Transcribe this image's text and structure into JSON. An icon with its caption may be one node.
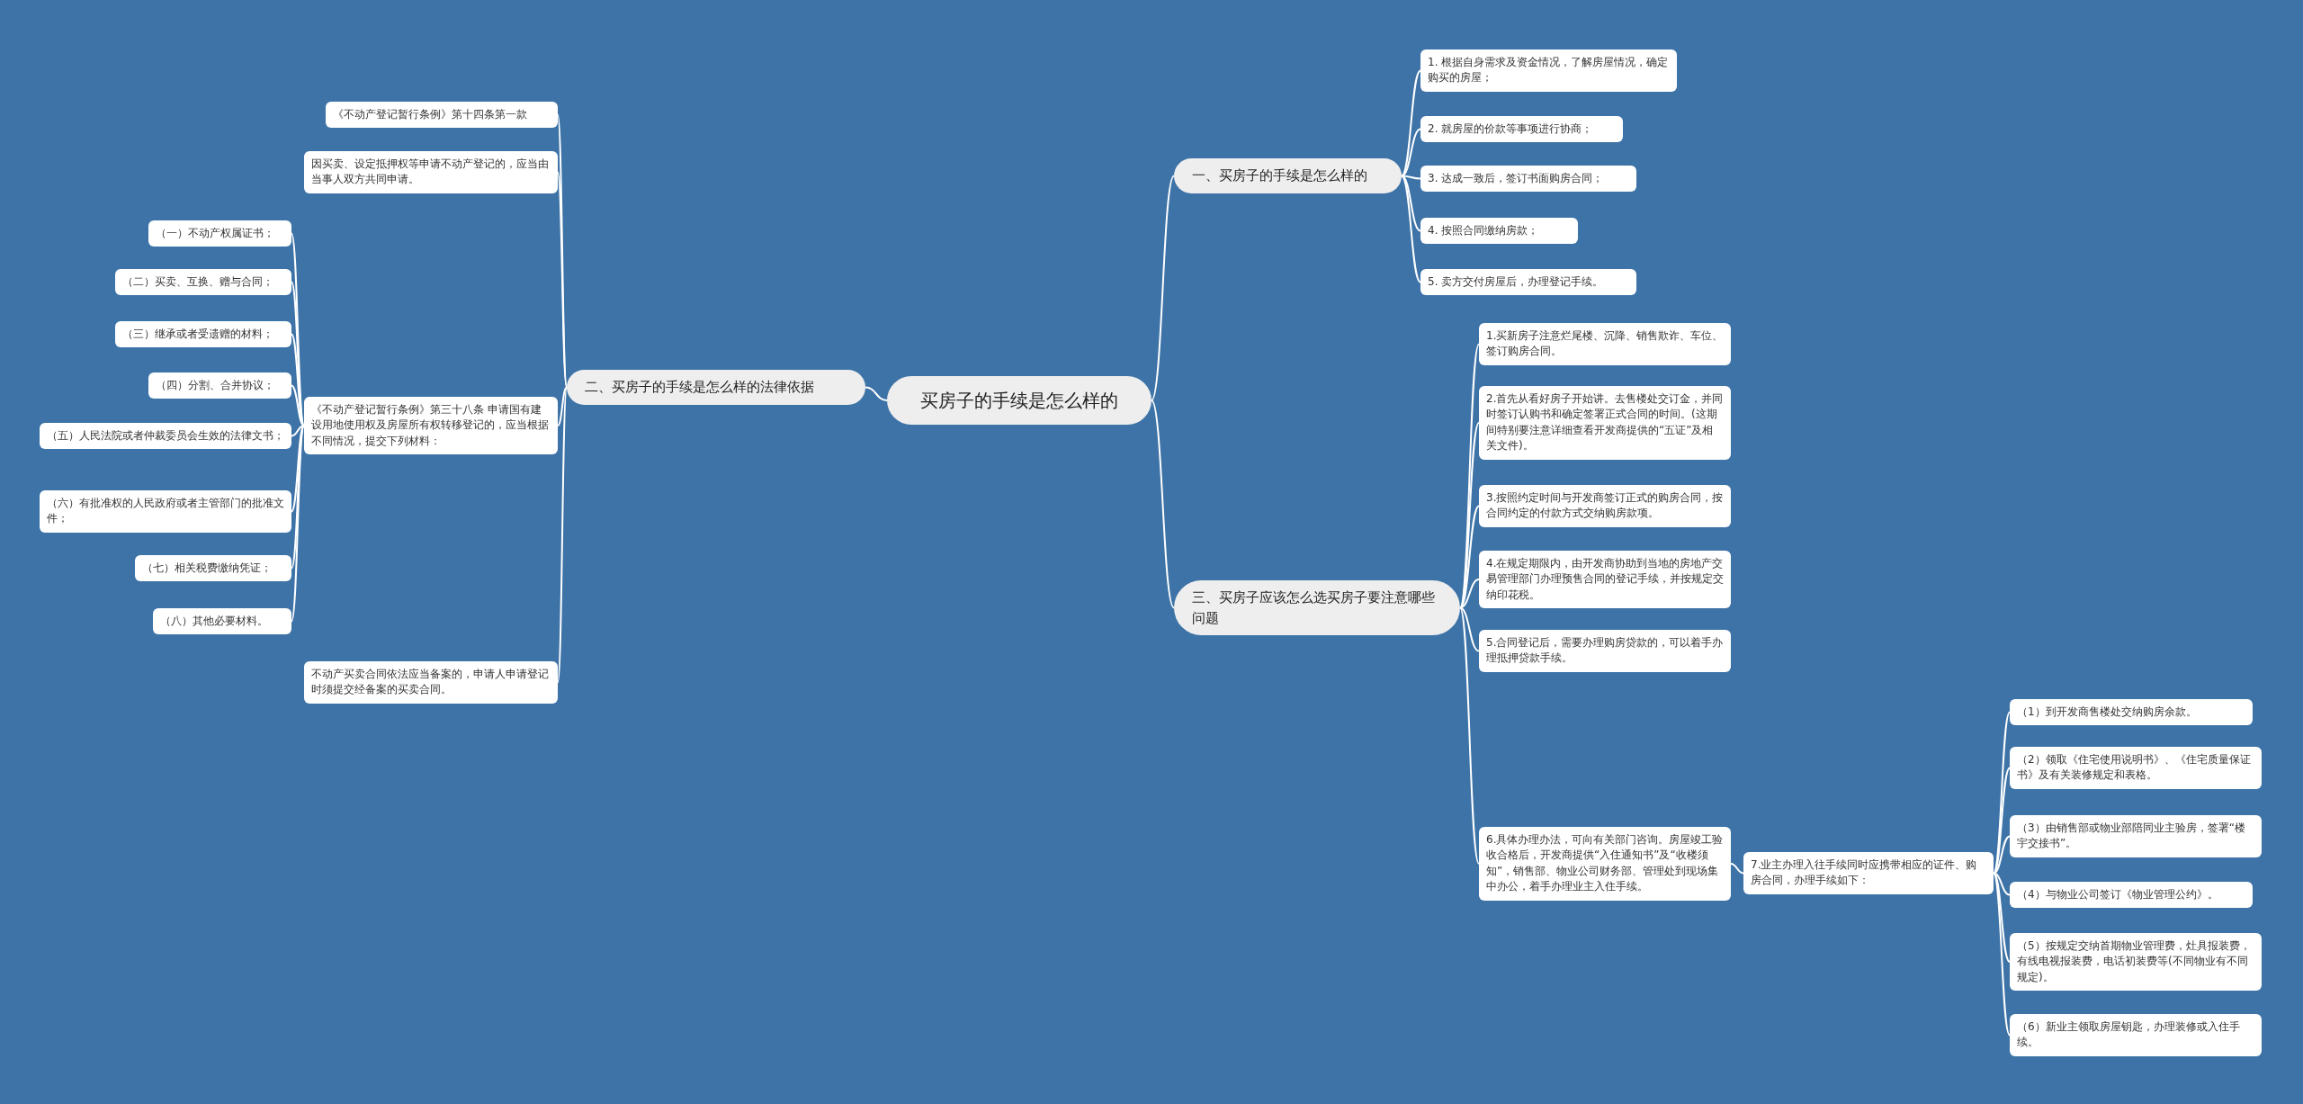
{
  "diagram": {
    "nodes": [
      {
        "text": [
          "买房子的手续是怎么样的"
        ]
      },
      {
        "text": [
          "一、买房子的手续是怎么样的"
        ]
      },
      {
        "text": [
          "1. 根据自身需求及资金情况，了解房屋情况，确定购买的房屋；"
        ]
      },
      {
        "text": [
          "2. 就房屋的价款等事项进行协商；"
        ]
      },
      {
        "text": [
          "3. 达成一致后，签订书面购房合同；"
        ]
      },
      {
        "text": [
          "4. 按照合同缴纳房款；"
        ]
      },
      {
        "text": [
          "5. 卖方交付房屋后，办理登记手续。"
        ]
      },
      {
        "text": [
          "二、买房子的手续是怎么样的法律依据"
        ]
      },
      {
        "text": [
          "《不动产登记暂行条例》第十四条第一款"
        ]
      },
      {
        "text": [
          "因买卖、设定抵押权等申请不动产登记的，应当由当事人双方共同申请。"
        ]
      },
      {
        "text": [
          "《不动产登记暂行条例》第三十八条 申请国有建设用地使用权及房屋所有权转移登记的，应当根据不同情况，提交下列材料："
        ]
      },
      {
        "text": [
          "（一）不动产权属证书；"
        ]
      },
      {
        "text": [
          "（二）买卖、互换、赠与合同；"
        ]
      },
      {
        "text": [
          "（三）继承或者受遗赠的材料；"
        ]
      },
      {
        "text": [
          "（四）分割、合并协议；"
        ]
      },
      {
        "text": [
          "（五）人民法院或者仲裁委员会生效的法律文书；"
        ]
      },
      {
        "text": [
          "（六）有批准权的人民政府或者主管部门的批准文件；"
        ]
      },
      {
        "text": [
          "（七）相关税费缴纳凭证；"
        ]
      },
      {
        "text": [
          "（八）其他必要材料。"
        ]
      },
      {
        "text": [
          "不动产买卖合同依法应当备案的，申请人申请登记时须提交经备案的买卖合同。"
        ]
      },
      {
        "text": [
          "三、买房子应该怎么选买房子要注意哪些问题"
        ]
      },
      {
        "text": [
          "1.买新房子注意烂尾楼、沉降、销售欺诈、车位、签订购房合同。"
        ]
      },
      {
        "text": [
          "2.首先从看好房子开始讲。去售楼处交订金，并同时签订认购书和确定签署正式合同的时间。(这期间特别要注意详细查看开发商提供的“五证”及相关文件)。"
        ]
      },
      {
        "text": [
          "3.按照约定时间与开发商签订正式的购房合同，按合同约定的付款方式交纳购房款项。"
        ]
      },
      {
        "text": [
          "4.在规定期限内，由开发商协助到当地的房地产交易管理部门办理预售合同的登记手续，并按规定交纳印花税。"
        ]
      },
      {
        "text": [
          "5.合同登记后，需要办理购房贷款的，可以着手办理抵押贷款手续。"
        ]
      },
      {
        "text": [
          "6.具体办理办法，可向有关部门咨询。房屋竣工验收合格后，开发商提供“入住通知书”及“收楼须知”，销售部、物业公司财务部、管理处到现场集中办公，着手办理业主入住手续。"
        ]
      },
      {
        "text": [
          "7.业主办理入往手续同时应携带相应的证件、购房合同，办理手续如下："
        ]
      },
      {
        "text": [
          "（1）到开发商售楼处交纳购房余款。"
        ]
      },
      {
        "text": [
          "（2）领取《住宅使用说明书》、《住宅质量保证书》及有关装修规定和表格。"
        ]
      },
      {
        "text": [
          "（3）由销售部或物业部陪同业主验房，签署“楼宇交接书”。"
        ]
      },
      {
        "text": [
          "（4）与物业公司签订《物业管理公约》。"
        ]
      },
      {
        "text": [
          "（5）按规定交纳首期物业管理费，灶具报装费，有线电视报装费，电话初装费等(不同物业有不同规定)。"
        ]
      },
      {
        "text": [
          "（6）新业主领取房屋钥匙，办理装修或入住手续。"
        ]
      }
    ],
    "edges": [
      {
        "from": 0,
        "to": 1,
        "arrow": "none"
      },
      {
        "from": 1,
        "to": 2,
        "arrow": "none"
      },
      {
        "from": 1,
        "to": 3,
        "arrow": "none"
      },
      {
        "from": 1,
        "to": 4,
        "arrow": "none"
      },
      {
        "from": 1,
        "to": 5,
        "arrow": "none"
      },
      {
        "from": 1,
        "to": 6,
        "arrow": "none"
      },
      {
        "from": 0,
        "to": 7,
        "arrow": "none"
      },
      {
        "from": 7,
        "to": 8,
        "arrow": "none"
      },
      {
        "from": 7,
        "to": 9,
        "arrow": "none"
      },
      {
        "from": 7,
        "to": 10,
        "arrow": "none"
      },
      {
        "from": 10,
        "to": 11,
        "arrow": "none"
      },
      {
        "from": 10,
        "to": 12,
        "arrow": "none"
      },
      {
        "from": 10,
        "to": 13,
        "arrow": "none"
      },
      {
        "from": 10,
        "to": 14,
        "arrow": "none"
      },
      {
        "from": 10,
        "to": 15,
        "arrow": "none"
      },
      {
        "from": 10,
        "to": 16,
        "arrow": "none"
      },
      {
        "from": 10,
        "to": 17,
        "arrow": "none"
      },
      {
        "from": 10,
        "to": 18,
        "arrow": "none"
      },
      {
        "from": 7,
        "to": 19,
        "arrow": "none"
      },
      {
        "from": 0,
        "to": 20,
        "arrow": "none"
      },
      {
        "from": 20,
        "to": 21,
        "arrow": "none"
      },
      {
        "from": 20,
        "to": 22,
        "arrow": "none"
      },
      {
        "from": 20,
        "to": 23,
        "arrow": "none"
      },
      {
        "from": 20,
        "to": 24,
        "arrow": "none"
      },
      {
        "from": 20,
        "to": 25,
        "arrow": "none"
      },
      {
        "from": 20,
        "to": 26,
        "arrow": "none"
      },
      {
        "from": 26,
        "to": 27,
        "arrow": "none"
      },
      {
        "from": 27,
        "to": 28,
        "arrow": "none"
      },
      {
        "from": 27,
        "to": 29,
        "arrow": "none"
      },
      {
        "from": 27,
        "to": 30,
        "arrow": "none"
      },
      {
        "from": 27,
        "to": 31,
        "arrow": "none"
      },
      {
        "from": 27,
        "to": 32,
        "arrow": "none"
      },
      {
        "from": 27,
        "to": 33,
        "arrow": "none"
      }
    ]
  }
}
